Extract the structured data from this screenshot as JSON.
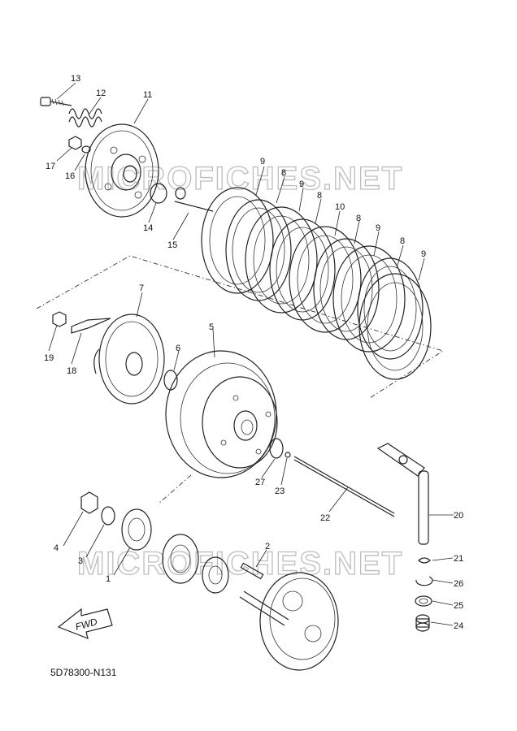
{
  "diagram_code": "5D78300-N131",
  "watermark": "MICROFICHES.NET",
  "direction_label": "FWD",
  "callouts": [
    "1",
    "2",
    "3",
    "4",
    "5",
    "6",
    "7",
    "8",
    "9",
    "10",
    "11",
    "12",
    "13",
    "14",
    "15",
    "16",
    "17",
    "18",
    "19",
    "20",
    "21",
    "22",
    "23",
    "24",
    "25",
    "26",
    "27"
  ],
  "colors": {
    "line": "#222222",
    "watermark": "#bdbdbd",
    "background": "#ffffff"
  }
}
